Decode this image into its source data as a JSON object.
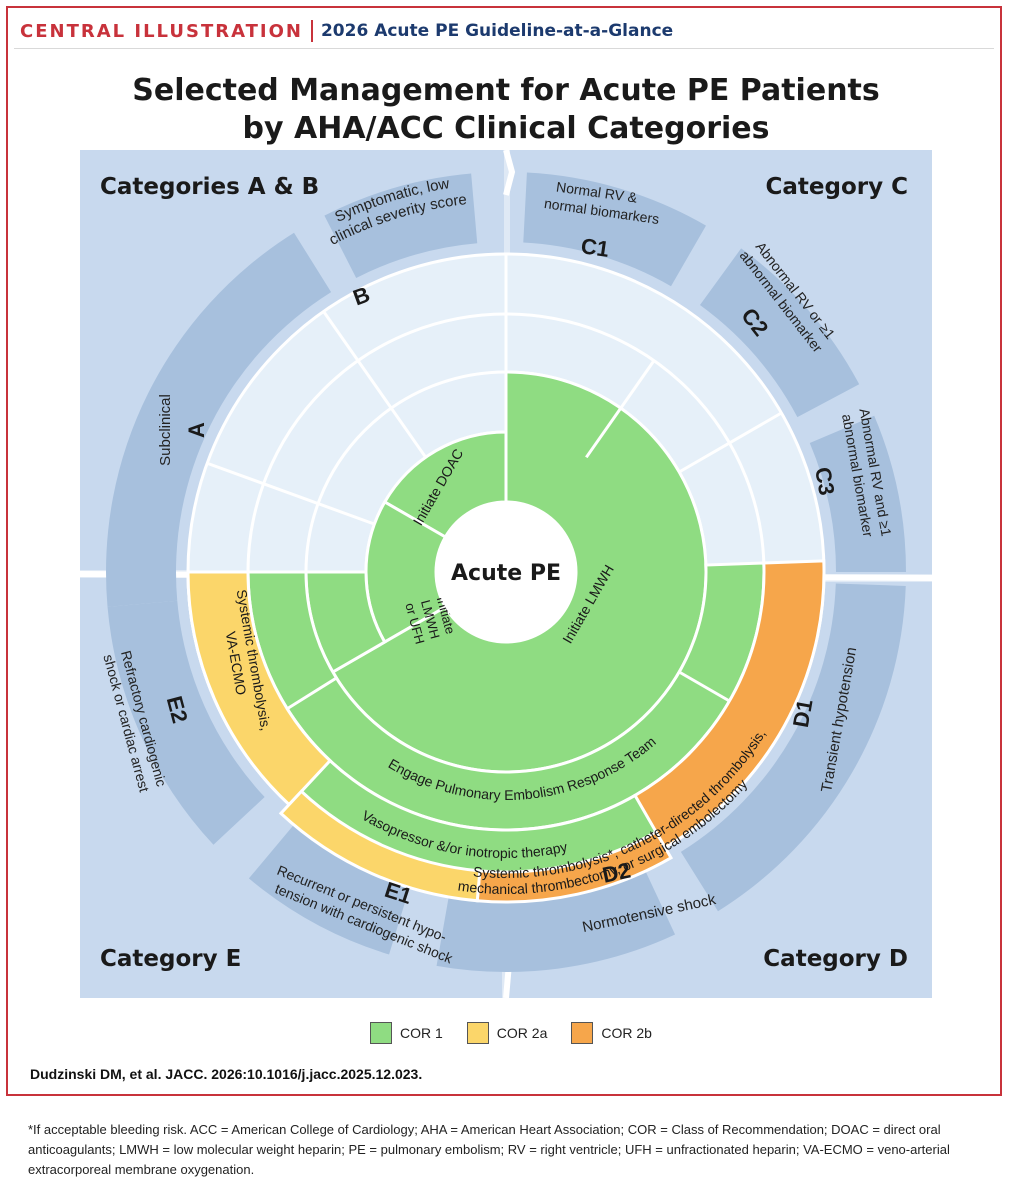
{
  "header": {
    "tag": "CENTRAL ILLUSTRATION",
    "title": "2026 Acute PE Guideline-at-a-Glance"
  },
  "diagram": {
    "title_line1": "Selected Management for Acute PE Patients",
    "title_line2": "by AHA/ACC Clinical Categories",
    "center": "Acute PE",
    "categories": {
      "ab": "Categories A & B",
      "c": "Category C",
      "d": "Category D",
      "e": "Category E"
    },
    "subcategories": {
      "a": {
        "code": "A",
        "desc": "Subclinical"
      },
      "b": {
        "code": "B",
        "desc1": "Symptomatic, low",
        "desc2": "clinical severity score"
      },
      "c1": {
        "code": "C1",
        "desc1": "Normal RV &",
        "desc2": "normal biomarkers"
      },
      "c2": {
        "code": "C2",
        "desc1": "Abnormal RV or ≥1",
        "desc2": "abnormal biomarker"
      },
      "c3": {
        "code": "C3",
        "desc1": "Abnormal RV and ≥1",
        "desc2": "abnormal biomarker"
      },
      "d1": {
        "code": "D1",
        "desc": "Transient hypotension"
      },
      "d2": {
        "code": "D2",
        "desc": "Normotensive shock"
      },
      "e1": {
        "code": "E1",
        "desc1": "Recurrent or persistent hypo-",
        "desc2": "tension with cardiogenic shock"
      },
      "e2": {
        "code": "E2",
        "desc1": "Refractory cardiogenic",
        "desc2": "shock or cardiac arrest"
      }
    },
    "therapies": {
      "doac": "Initiate DOAC",
      "lmwh_ufh1": "Initiate",
      "lmwh_ufh2": "LMWH",
      "lmwh_ufh3": "or UFH",
      "lmwh": "Initiate LMWH",
      "pert": "Engage Pulmonary Embolism Response Team",
      "vaso": "Vasopressor &/or inotropic therapy",
      "sys_e2_1": "Systemic thrombolysis,",
      "sys_e2_2": "VA-ECMO",
      "outer1": "Systemic thrombolysis*, catheter-directed thrombolysis,",
      "outer2": "mechanical thrombectomy, or surgical embolectomy"
    },
    "colors": {
      "cor1": "#8fdc82",
      "cor2a": "#fbd66a",
      "cor2b": "#f6a64b",
      "panel": "#c8d9ee",
      "tab": "#a7c0dd",
      "ring": "#e6f0f9"
    }
  },
  "legend": [
    {
      "label": "COR 1",
      "color": "#8fdc82"
    },
    {
      "label": "COR 2a",
      "color": "#fbd66a"
    },
    {
      "label": "COR 2b",
      "color": "#f6a64b"
    }
  ],
  "citation": "Dudzinski DM, et al. JACC. 2026:10.1016/j.jacc.2025.12.023.",
  "footnote": "*If acceptable bleeding risk. ACC = American College of Cardiology; AHA = American Heart Association; COR = Class of Recommendation; DOAC = direct oral anticoagulants; LMWH = low molecular weight heparin; PE = pulmonary embolism; RV = right ventricle; UFH = unfractionated heparin; VA-ECMO = veno-arterial extracorporeal membrane oxygenation."
}
